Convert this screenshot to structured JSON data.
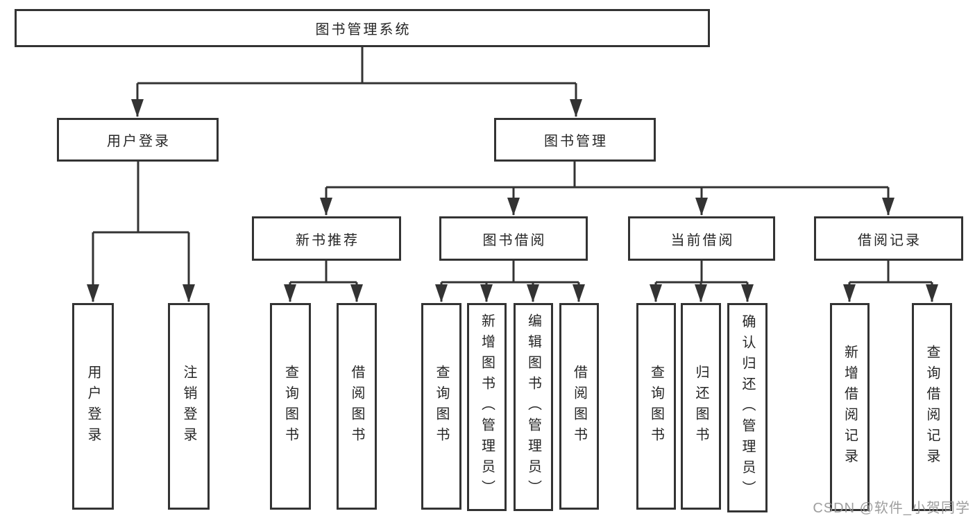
{
  "tree": {
    "label": "图书管理系统",
    "children": [
      {
        "label": "用户登录",
        "children": [
          {
            "label": "用户登录"
          },
          {
            "label": "注销登录"
          }
        ]
      },
      {
        "label": "图书管理",
        "children": [
          {
            "label": "新书推荐",
            "children": [
              {
                "label": "查询图书"
              },
              {
                "label": "借阅图书"
              }
            ]
          },
          {
            "label": "图书借阅",
            "children": [
              {
                "label": "查询图书"
              },
              {
                "label": "新增图书（管理员）"
              },
              {
                "label": "编辑图书（管理员）"
              },
              {
                "label": "借阅图书"
              }
            ]
          },
          {
            "label": "当前借阅",
            "children": [
              {
                "label": "查询图书"
              },
              {
                "label": "归还图书"
              },
              {
                "label": "确认归还（管理员）"
              }
            ]
          },
          {
            "label": "借阅记录",
            "children": [
              {
                "label": "新增借阅记录"
              },
              {
                "label": "查询借阅记录"
              }
            ]
          }
        ]
      }
    ]
  },
  "watermark": {
    "text": "CSDN @软件_小贺同学"
  },
  "colors": {
    "line": "#333333",
    "text": "#262626",
    "bg": "#ffffff",
    "watermark": "rgba(145,145,145,0.88)"
  }
}
